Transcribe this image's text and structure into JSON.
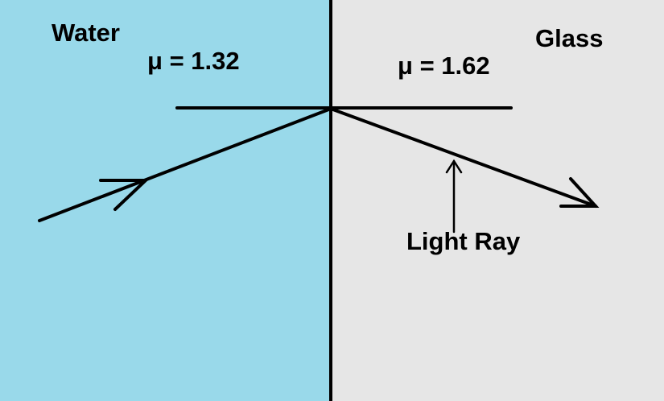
{
  "regions": {
    "water": {
      "name": "Water",
      "index_label": "μ = 1.32",
      "color": "#99d9ea"
    },
    "glass": {
      "name": "Glass",
      "index_label": "μ = 1.62",
      "color": "#e6e6e6"
    }
  },
  "ray": {
    "label": "Light Ray"
  }
}
